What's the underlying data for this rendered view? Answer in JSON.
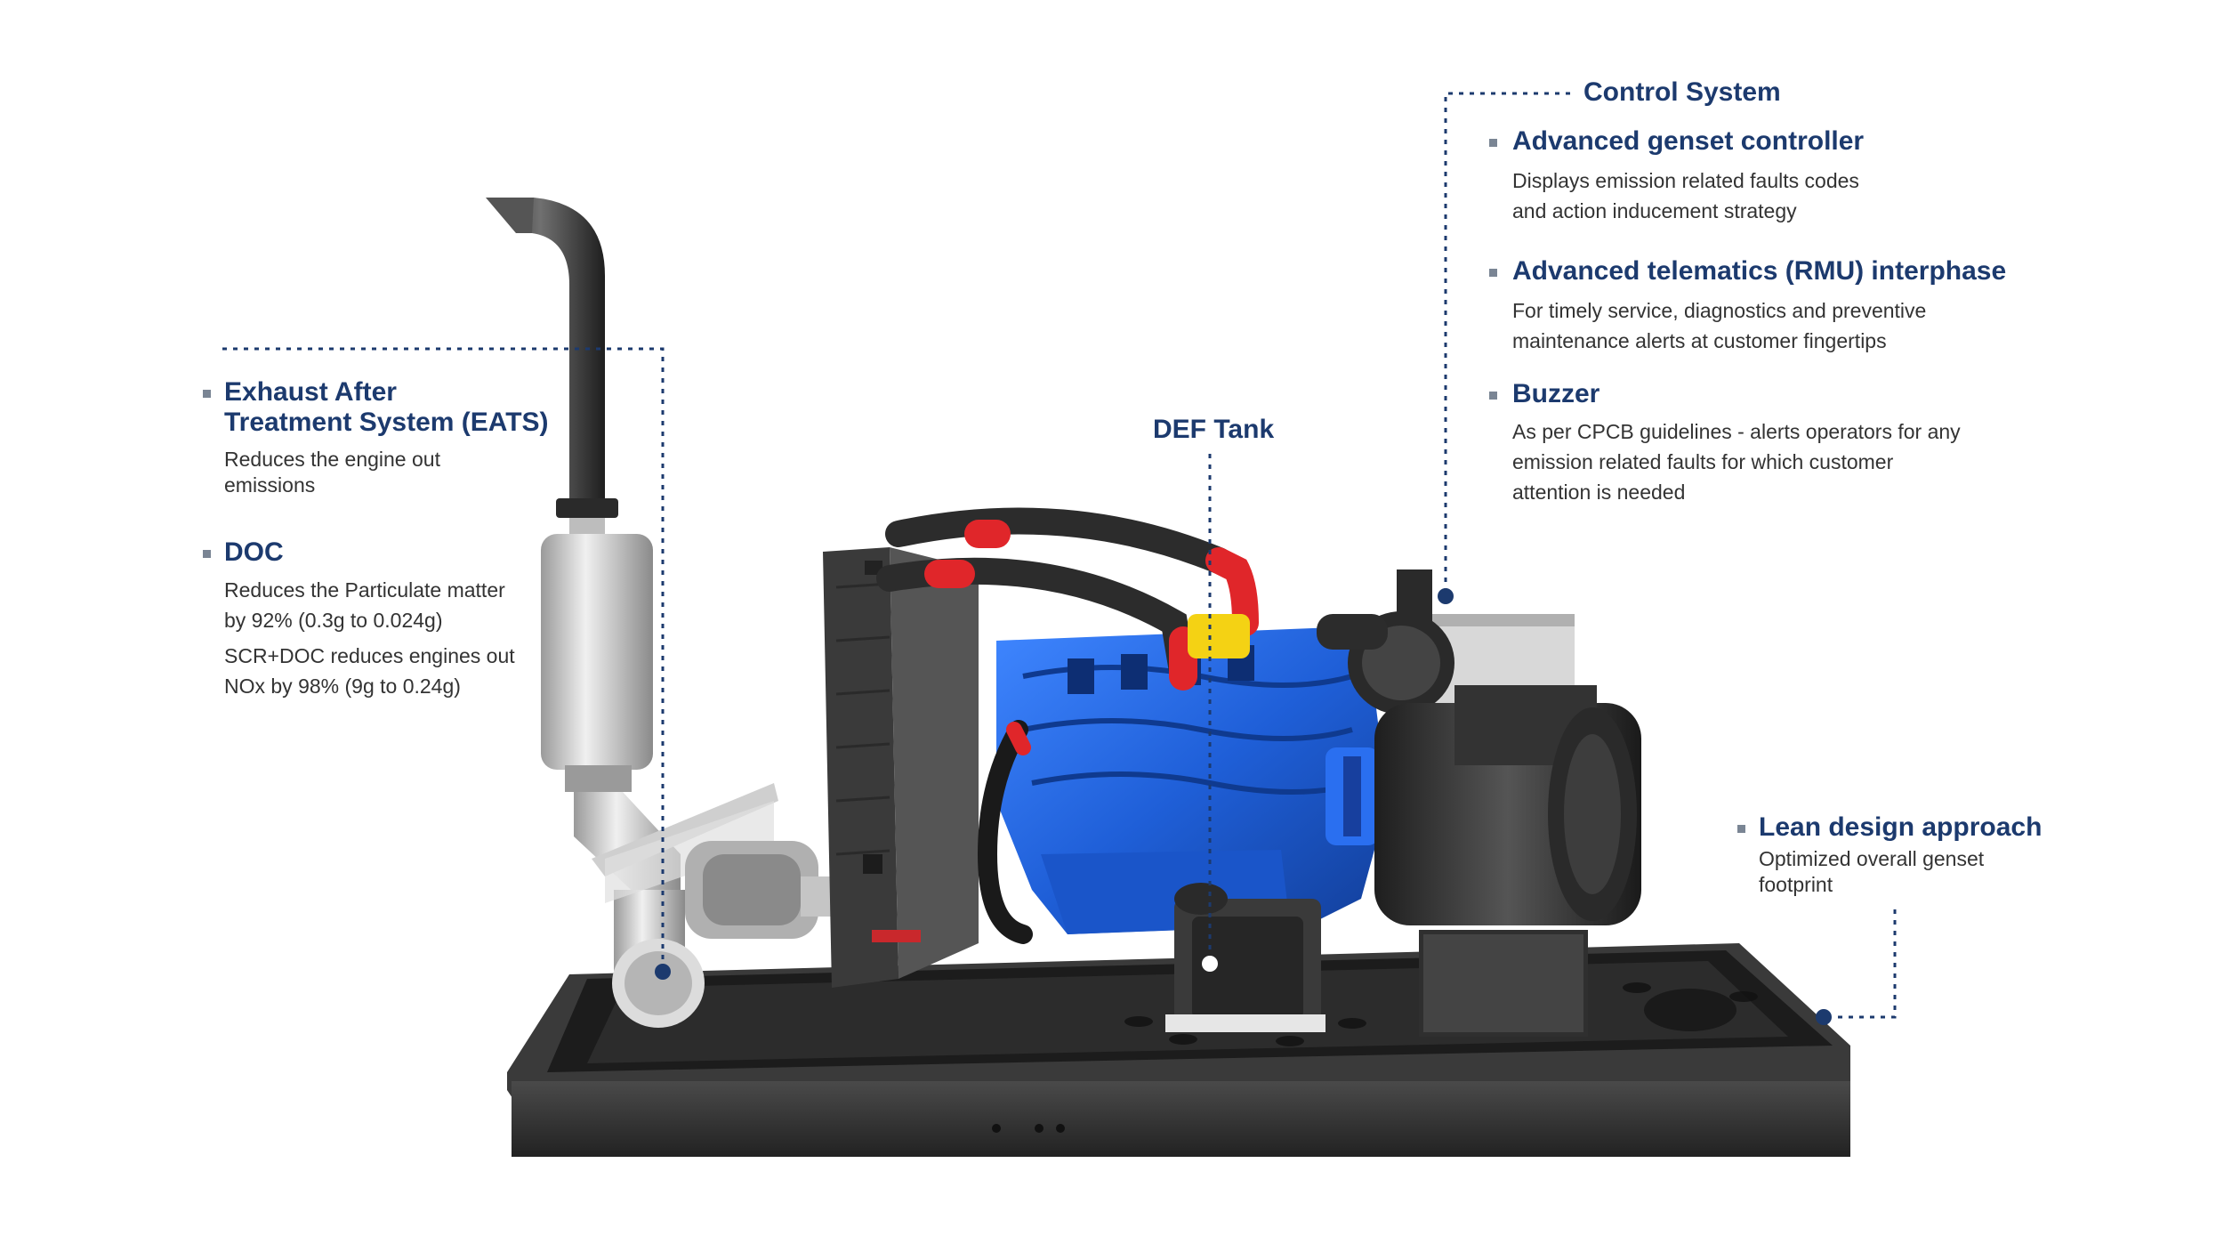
{
  "colors": {
    "heading": "#1c3a6e",
    "body_text": "#333333",
    "callout_line": "#1c3a6e",
    "engine_blue": "#1f5fd8",
    "coolant_red": "#e0262a",
    "def_yellow": "#f4d214",
    "frame_dark": "#2e2e2e",
    "metal_silver": "#c8c8c8"
  },
  "callouts": {
    "control_system": {
      "title": "Control System"
    },
    "controller": {
      "title": "Advanced genset controller",
      "lines": [
        "Displays emission related faults codes",
        "and action inducement strategy"
      ]
    },
    "telematics": {
      "title": "Advanced telematics (RMU) interphase",
      "lines": [
        "For timely service, diagnostics and preventive",
        "maintenance alerts at customer fingertips"
      ]
    },
    "buzzer": {
      "title": "Buzzer",
      "lines": [
        "As per CPCB guidelines - alerts operators for any",
        "emission related faults for which customer",
        "attention is needed"
      ]
    },
    "def_tank": {
      "title": "DEF Tank"
    },
    "eats": {
      "title_lines": [
        "Exhaust After",
        "Treatment System (EATS)"
      ],
      "lines": [
        "Reduces the engine out",
        "emissions"
      ]
    },
    "doc": {
      "title": "DOC",
      "lines": [
        "Reduces the Particulate matter",
        "by 92% (0.3g to 0.024g)",
        "SCR+DOC reduces engines out",
        "NOx by 98% (9g to 0.24g)"
      ]
    },
    "lean": {
      "title": "Lean design approach",
      "lines": [
        "Optimized overall genset",
        "footprint"
      ]
    }
  }
}
